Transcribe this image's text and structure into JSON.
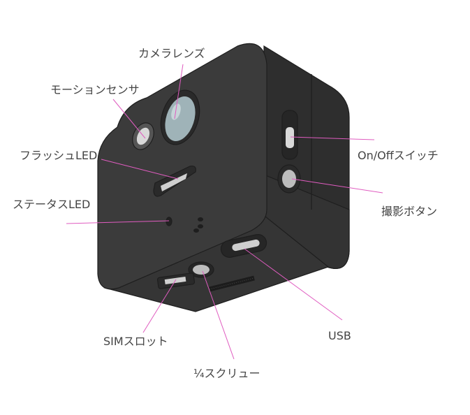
{
  "labels": {
    "camera_lens": "カメラレンズ",
    "motion_sensor": "モーションセンサ",
    "flash_led": "フラッシュLED",
    "status_led": "ステータスLED",
    "onoff_switch": "On/Offスイッチ",
    "shutter_button": "撮影ボタン",
    "sim_slot": "SIMスロット",
    "usb": "USB",
    "tripod_screw": "¼スクリュー"
  },
  "colors": {
    "body": "#3b3b3b",
    "body_side": "#2f2f2f",
    "leader": "#e05cc0",
    "lens": "#9fb3b8"
  }
}
